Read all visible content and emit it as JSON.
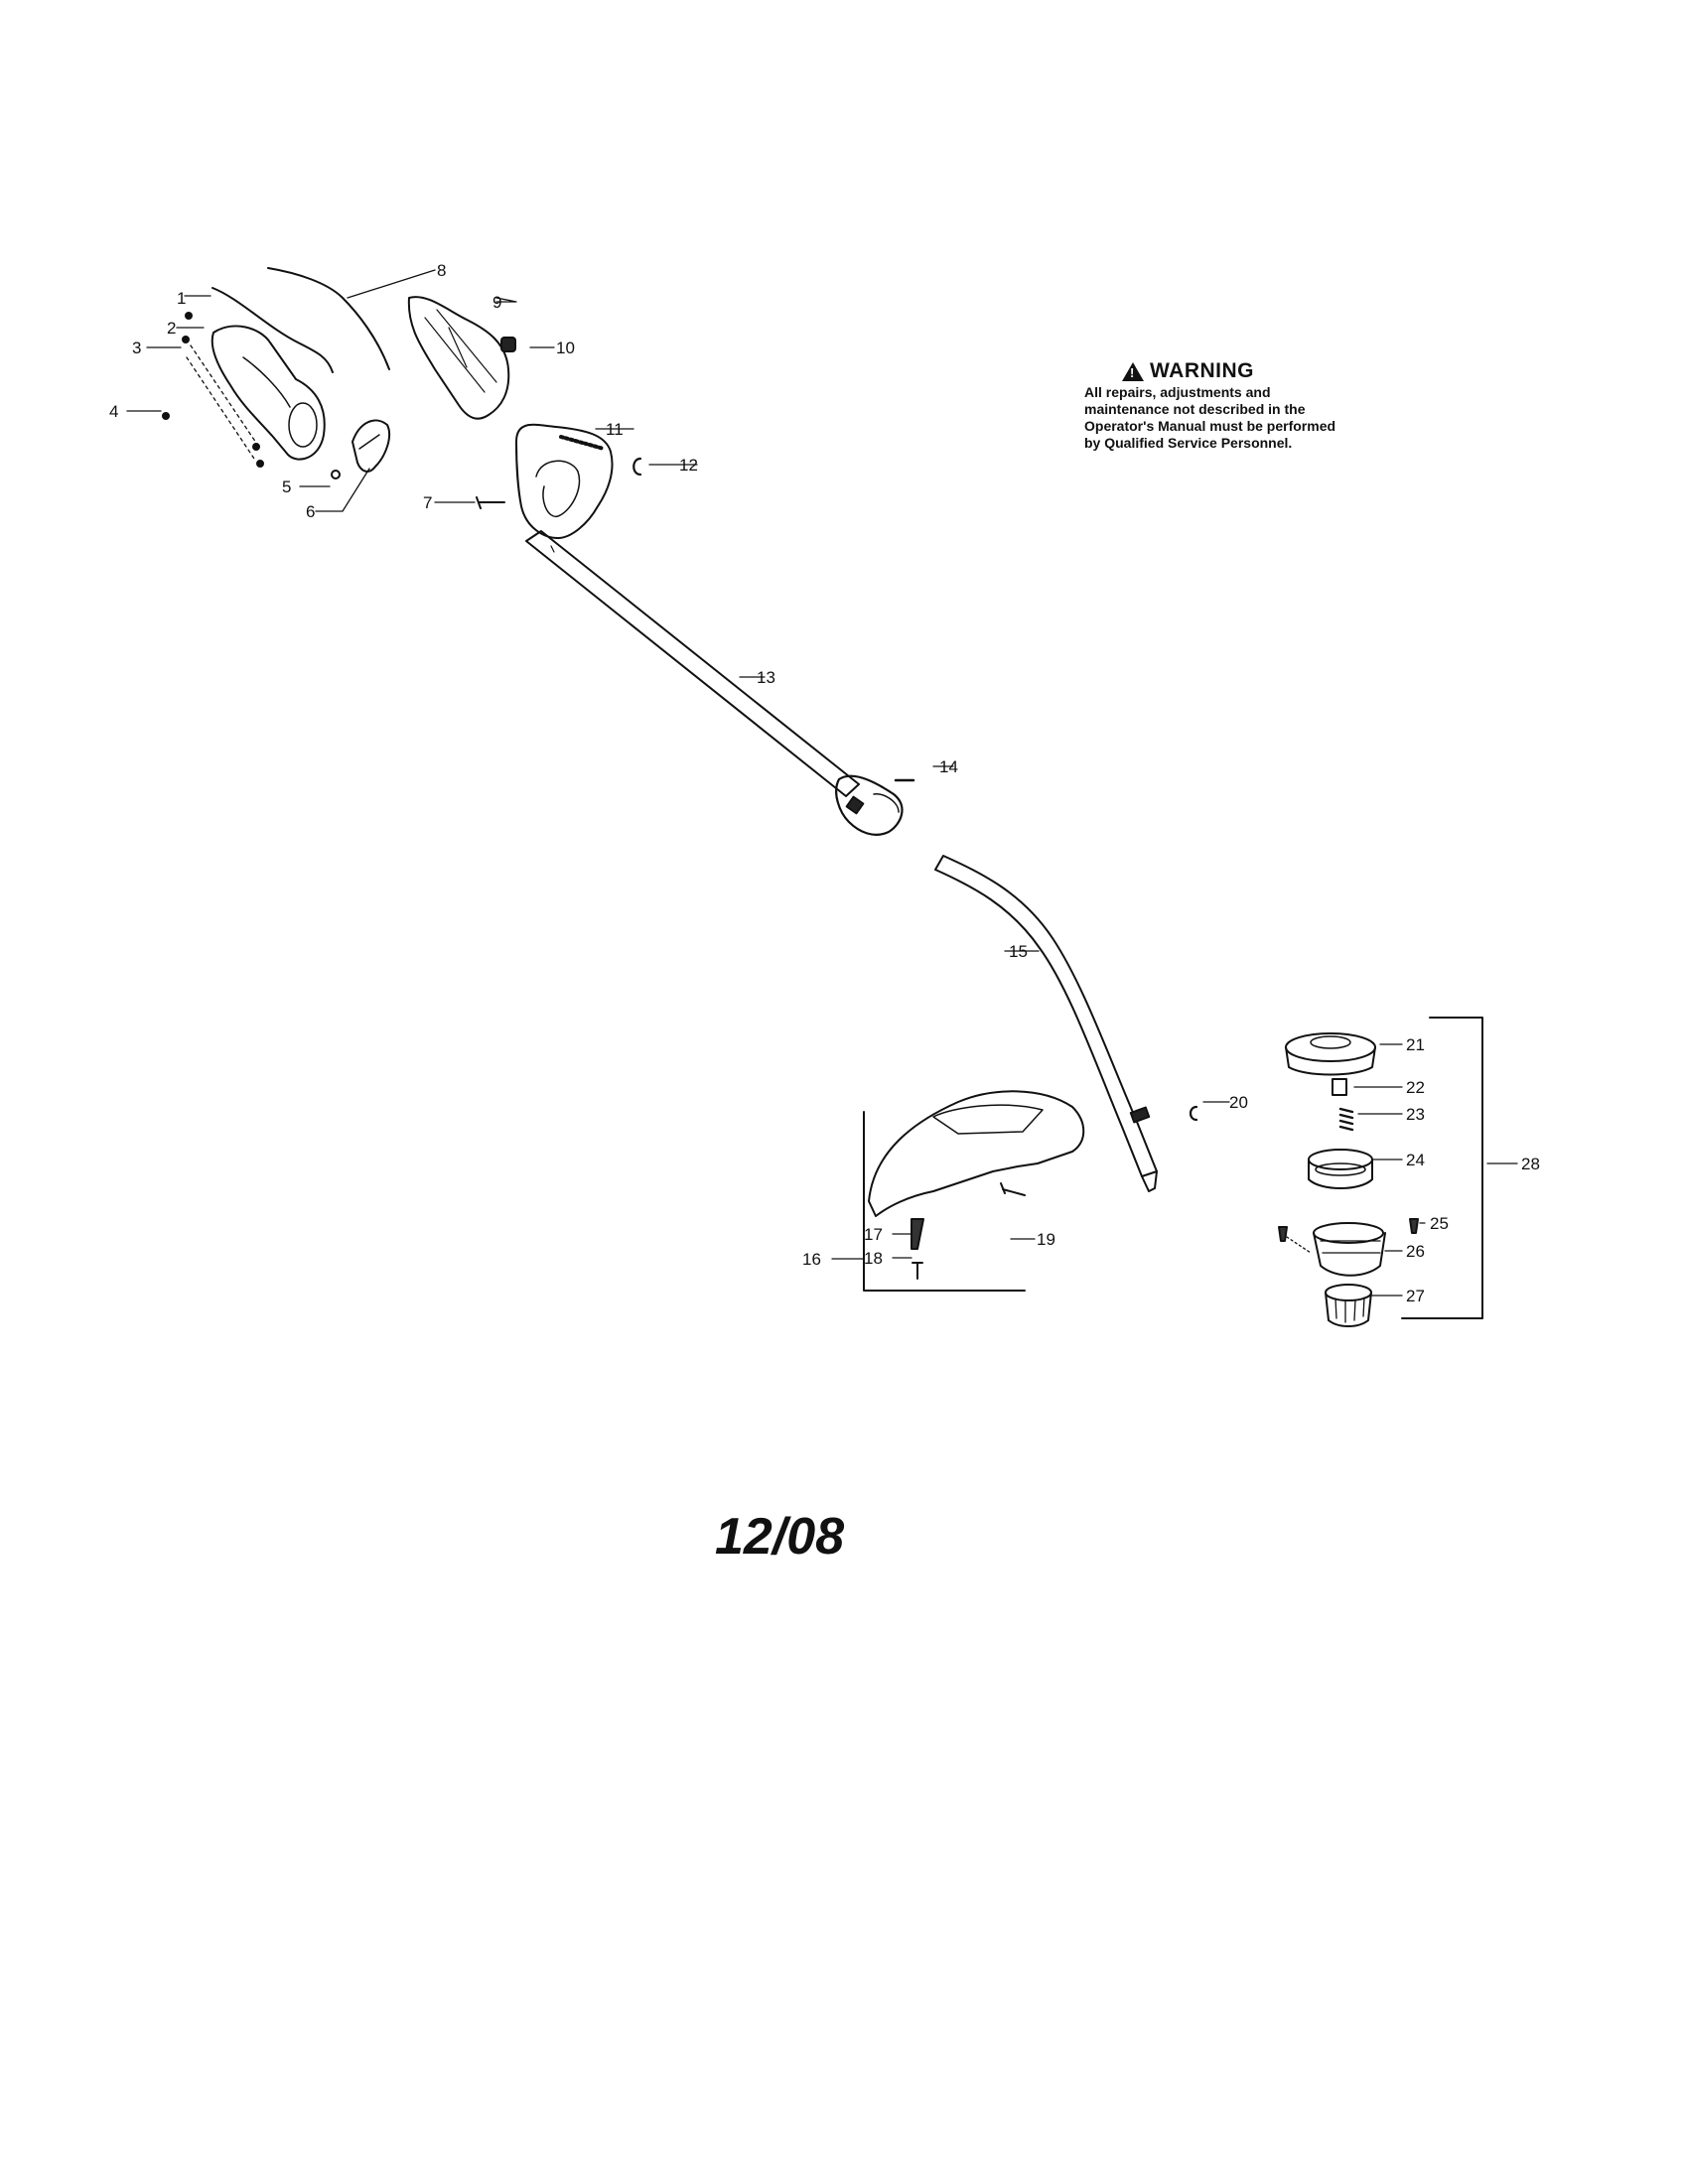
{
  "warning": {
    "title": "WARNING",
    "body": "All repairs, adjustments and maintenance not described in the Operator's Manual must be performed by Qualified Service Personnel."
  },
  "date_code": "12/08",
  "callouts": [
    "1",
    "2",
    "3",
    "4",
    "5",
    "6",
    "7",
    "8",
    "9",
    "10",
    "11",
    "12",
    "13",
    "14",
    "15",
    "16",
    "17",
    "18",
    "19",
    "20",
    "21",
    "22",
    "23",
    "24",
    "25",
    "26",
    "27",
    "28"
  ]
}
